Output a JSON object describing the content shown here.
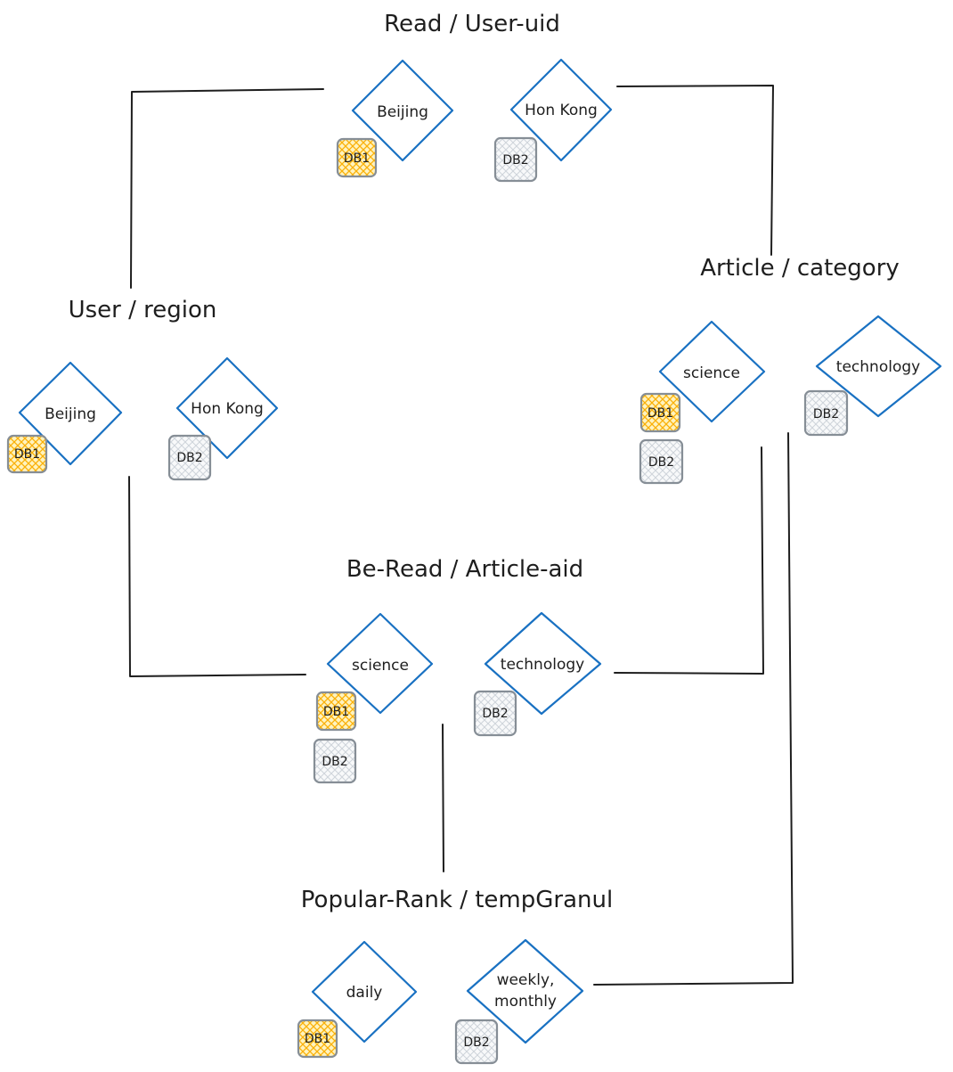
{
  "groups": {
    "read": {
      "title": "Read / User-uid",
      "nodes": [
        {
          "label": "Beijing",
          "dbs": [
            "DB1"
          ]
        },
        {
          "label": "Hon Kong",
          "dbs": [
            "DB2"
          ]
        }
      ]
    },
    "user": {
      "title": "User / region",
      "nodes": [
        {
          "label": "Beijing",
          "dbs": [
            "DB1"
          ]
        },
        {
          "label": "Hon Kong",
          "dbs": [
            "DB2"
          ]
        }
      ]
    },
    "article": {
      "title": "Article / category",
      "nodes": [
        {
          "label": "science",
          "dbs": [
            "DB1",
            "DB2"
          ]
        },
        {
          "label": "technology",
          "dbs": [
            "DB2"
          ]
        }
      ]
    },
    "beread": {
      "title": "Be-Read / Article-aid",
      "nodes": [
        {
          "label": "science",
          "dbs": [
            "DB1",
            "DB2"
          ]
        },
        {
          "label": "technology",
          "dbs": [
            "DB2"
          ]
        }
      ]
    },
    "popular": {
      "title": "Popular-Rank / tempGranul",
      "nodes": [
        {
          "label": "daily",
          "dbs": [
            "DB1"
          ]
        },
        {
          "label_lines": [
            "weekly,",
            "monthly"
          ],
          "dbs": [
            "DB2"
          ]
        }
      ]
    }
  },
  "colors": {
    "diamond_stroke": "#1971c2",
    "db1_fill": "#fab005",
    "db2_fill": "#ced4da",
    "db_stroke": "#868e96",
    "connector": "#1e1e1e"
  }
}
